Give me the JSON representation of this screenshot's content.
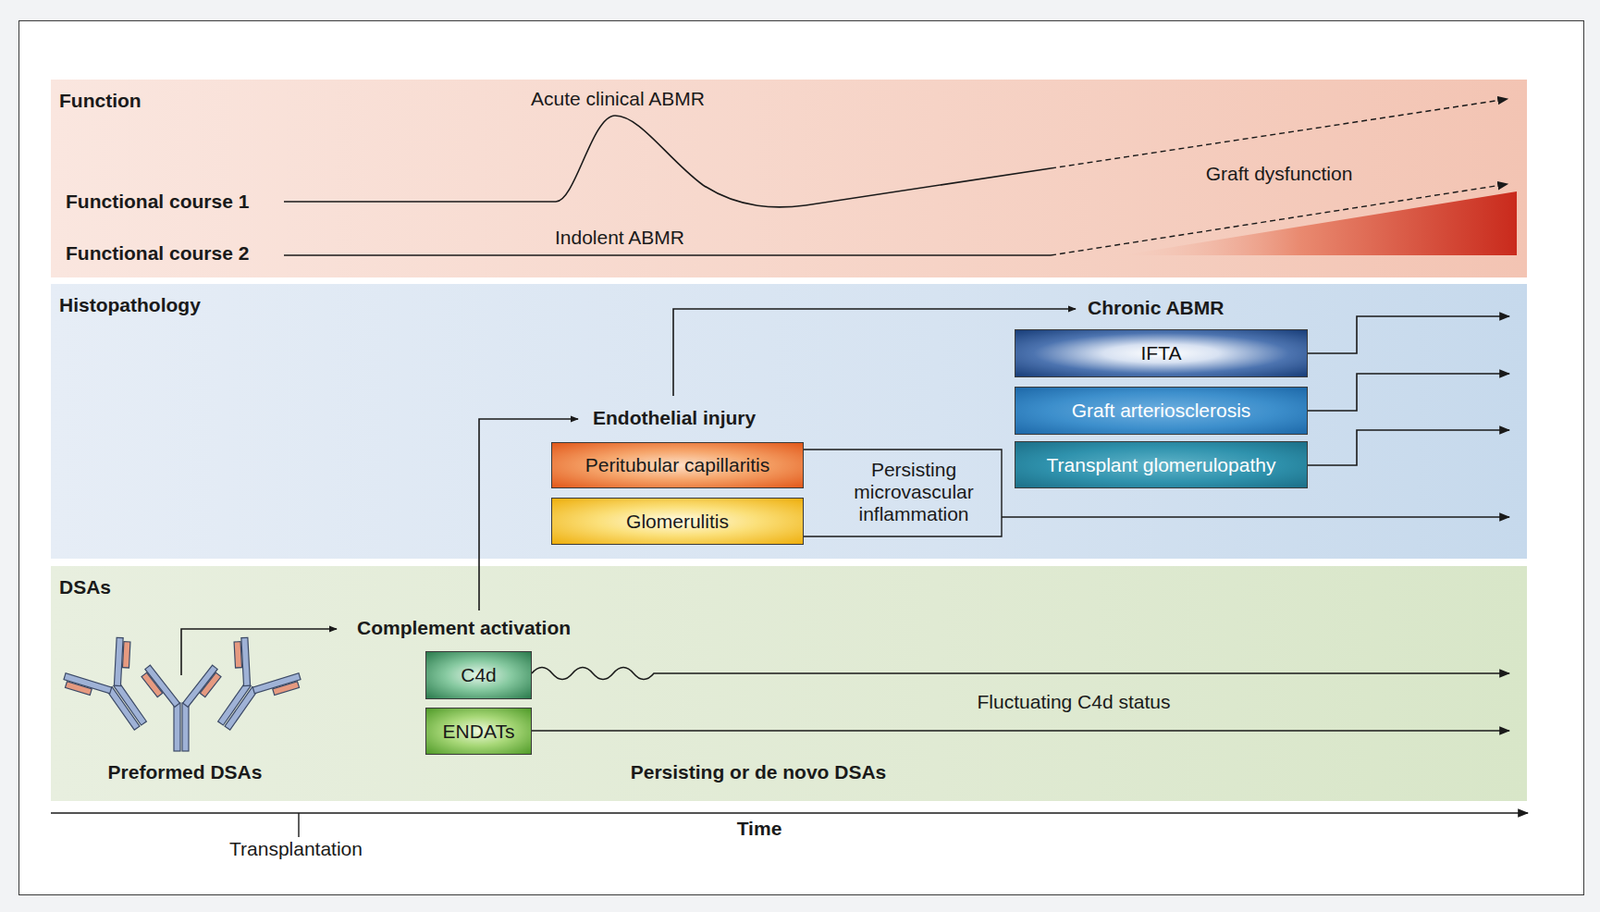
{
  "diagram": {
    "nodes": [
      {
        "text": [
          "Function"
        ]
      },
      {
        "text": [
          "Histopathology"
        ]
      },
      {
        "text": [
          "IFTA"
        ],
        "in": 1
      },
      {
        "text": [
          "Graft arteriosclerosis"
        ],
        "in": 1
      },
      {
        "text": [
          "Transplant glomerulopathy"
        ],
        "in": 1
      },
      {
        "text": [
          "Peritubular capillaritis"
        ],
        "in": 1
      },
      {
        "text": [
          "Glomerulitis"
        ],
        "in": 1
      },
      {
        "text": [
          "DSAs"
        ]
      },
      {
        "text": [
          "C4d"
        ],
        "in": 7
      },
      {
        "text": [
          "ENDATs"
        ],
        "in": 7
      }
    ],
    "labels": [
      "Acute clinical ABMR",
      "Functional course 1",
      "Functional course 2",
      "Indolent ABMR",
      "Graft dysfunction",
      "Chronic ABMR",
      "Endothelial injury",
      "Persisting microvascular inflammation",
      "Complement activation",
      "Fluctuating C4d status",
      "Preformed DSAs",
      "Persisting or de novo DSAs",
      "Time",
      "Transplantation"
    ]
  }
}
